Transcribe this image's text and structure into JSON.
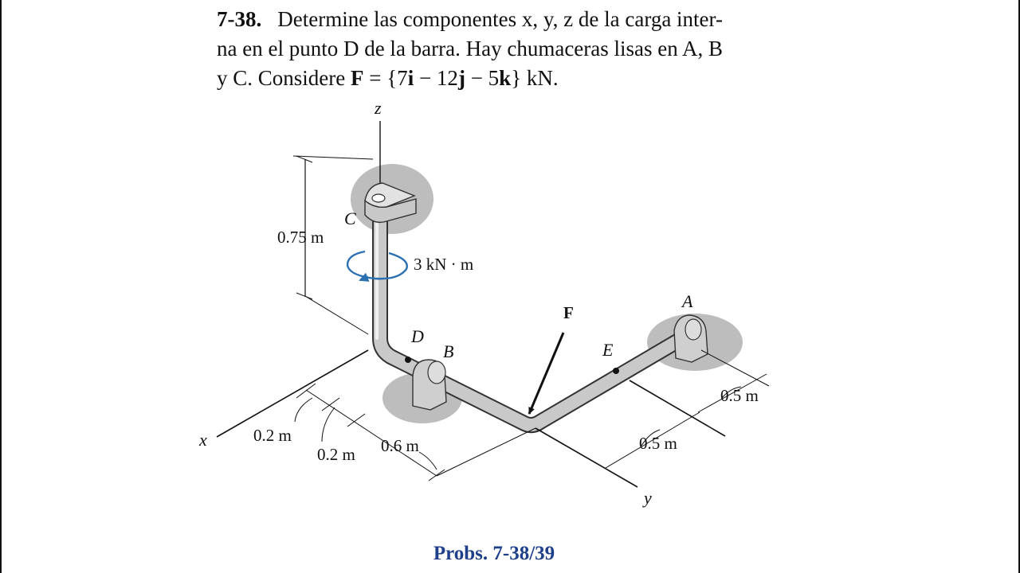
{
  "problem": {
    "number": "7-38.",
    "line1": "Determine las componentes x, y, z de la carga inter-",
    "line2": "na en el punto D de la barra. Hay chumaceras lisas en A, B",
    "line3_pre": "y C. Considere ",
    "line3_F": "F",
    "line3_eq": " = {7",
    "i": "i",
    "mid1": " − 12",
    "j": "j",
    "mid2": " − 5",
    "k": "k",
    "tail": "} kN."
  },
  "figure": {
    "axis_z": "z",
    "axis_x": "x",
    "axis_y": "y",
    "label_C": "C",
    "label_D": "D",
    "label_B": "B",
    "label_A": "A",
    "label_E": "E",
    "label_F": "F",
    "moment": "3 kN · m",
    "dim_075": "0.75 m",
    "dim_02a": "0.2 m",
    "dim_02b": "0.2 m",
    "dim_06": "0.6 m",
    "dim_05a": "0.5 m",
    "dim_05b": "0.5 m",
    "colors": {
      "moment_arrow": "#2a6fb0",
      "caption": "#1e3f8a",
      "pipe": "#c9c9c9",
      "shadow": "#bdbdbd"
    }
  },
  "caption": "Probs. 7-38/39"
}
